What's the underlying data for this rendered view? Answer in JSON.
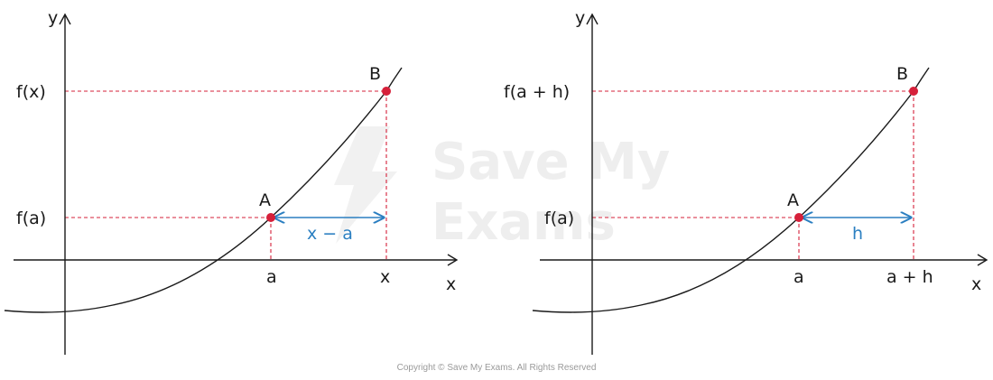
{
  "colors": {
    "curve": "#1a1a1a",
    "axis": "#1a1a1a",
    "guide": "#d6203a",
    "point": "#d6203a",
    "arrow": "#2b7fc1"
  },
  "watermark": {
    "line1": "Save My",
    "line2": "Exams"
  },
  "panels": [
    {
      "axis_x": "x",
      "axis_y": "y",
      "point_a": "A",
      "point_b": "B",
      "label_fa": "f(a)",
      "label_fb": "f(x)",
      "label_a": "a",
      "label_b": "x",
      "interval": "x − a"
    },
    {
      "axis_x": "x",
      "axis_y": "y",
      "point_a": "A",
      "point_b": "B",
      "label_fa": "f(a)",
      "label_fb": "f(a + h)",
      "label_a": "a",
      "label_b": "a + h",
      "interval": "h"
    }
  ],
  "copyright": "Copyright © Save My Exams. All Rights Reserved"
}
